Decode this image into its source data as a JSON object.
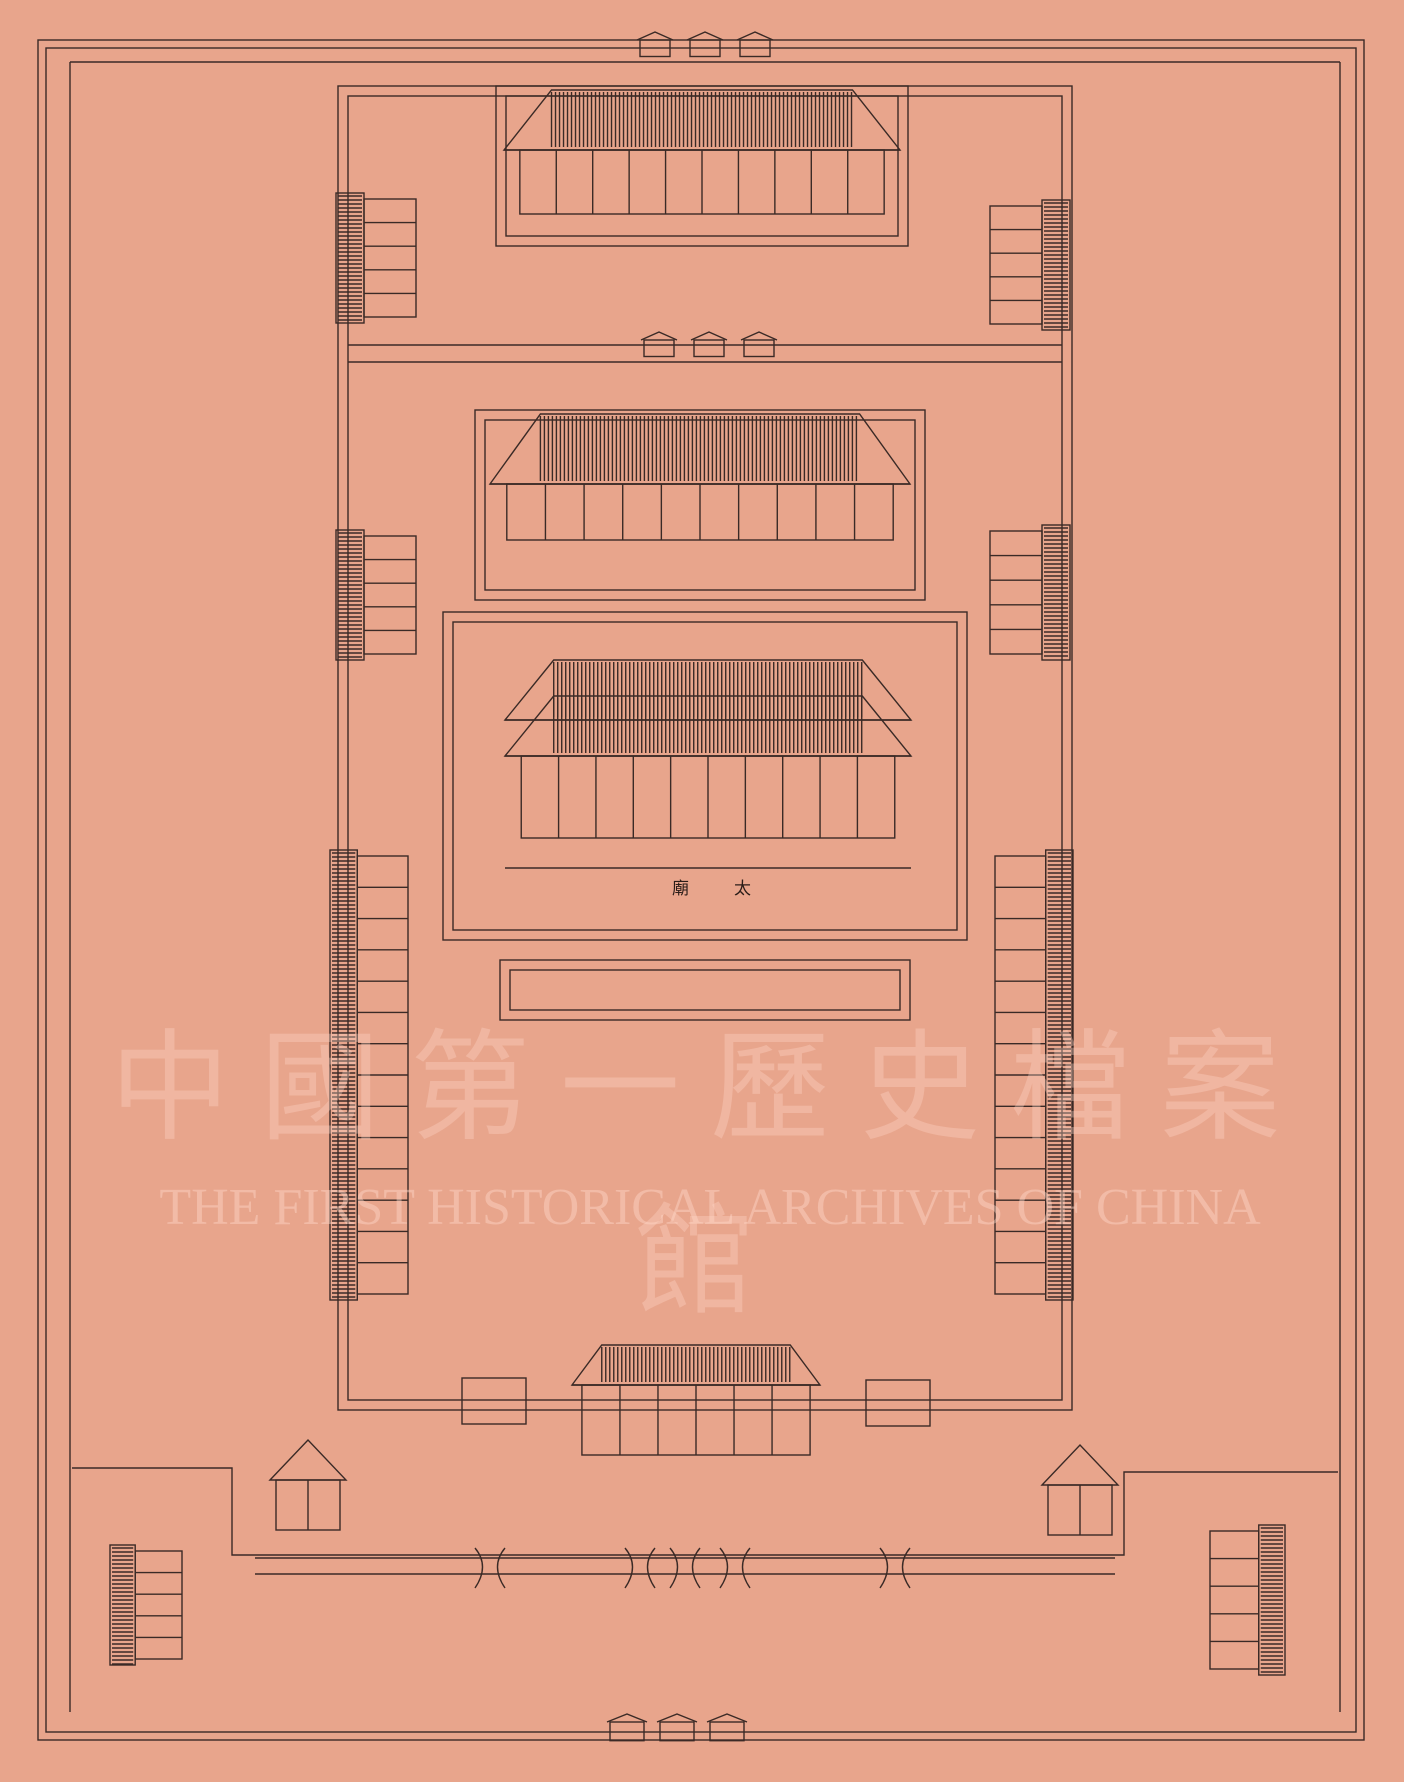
{
  "drawing": {
    "hall_label_right": "太",
    "hall_label_left": "廟",
    "hall_name": "太廟"
  },
  "watermark": {
    "chinese": "中國第一歷史檔案館",
    "english": "THE FIRST HISTORICAL ARCHIVES OF CHINA"
  },
  "colors": {
    "paper": "#e8a58c",
    "ink": "#3a2a26"
  }
}
